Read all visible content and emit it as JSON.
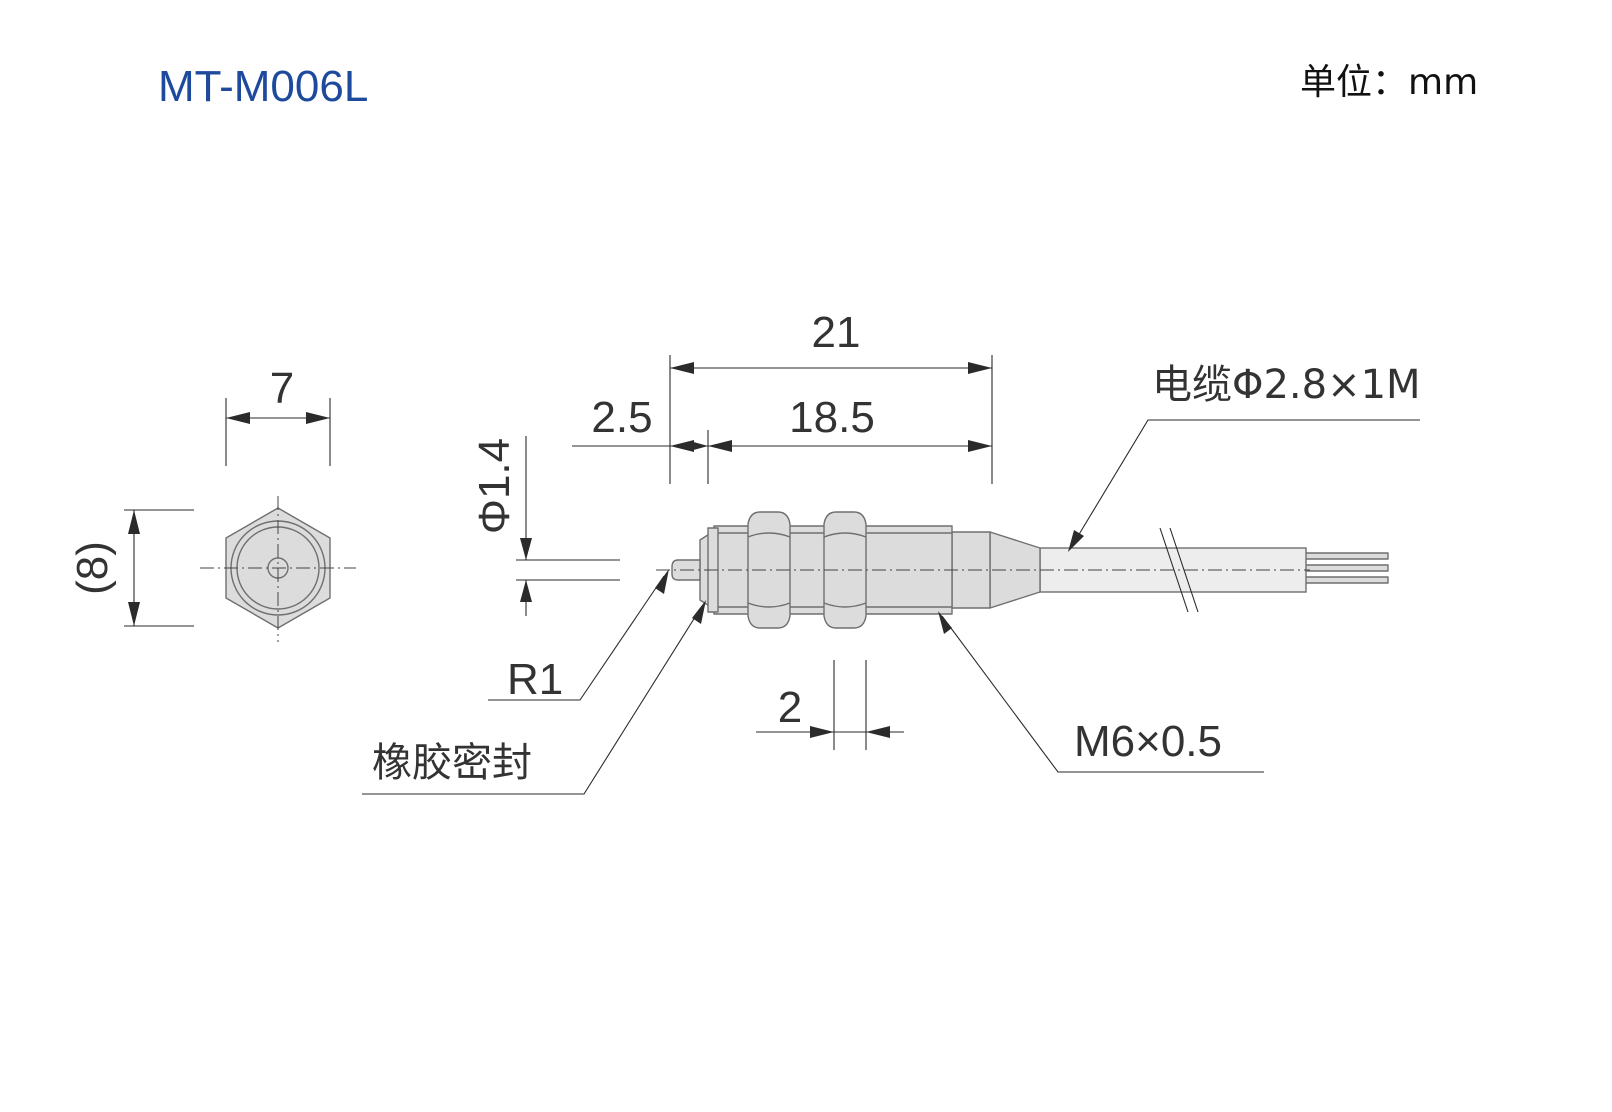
{
  "header": {
    "model": "MT-M006L",
    "unit_label": "单位：mm"
  },
  "colors": {
    "title": "#1d4a9c",
    "part_fill": "#dcdcdc",
    "part_stroke": "#6f6f6f",
    "annotation": "#333333"
  },
  "end_view": {
    "width_dim": "7",
    "height_dim": "(8)"
  },
  "side_view": {
    "overall_length": "21",
    "tip_length": "2.5",
    "body_length": "18.5",
    "tip_diameter": "Φ1.4",
    "nut_thickness": "2"
  },
  "callouts": {
    "radius": "R1",
    "seal": "橡胶密封",
    "thread": "M6×0.5",
    "cable": "电缆Φ2.8×1M"
  }
}
